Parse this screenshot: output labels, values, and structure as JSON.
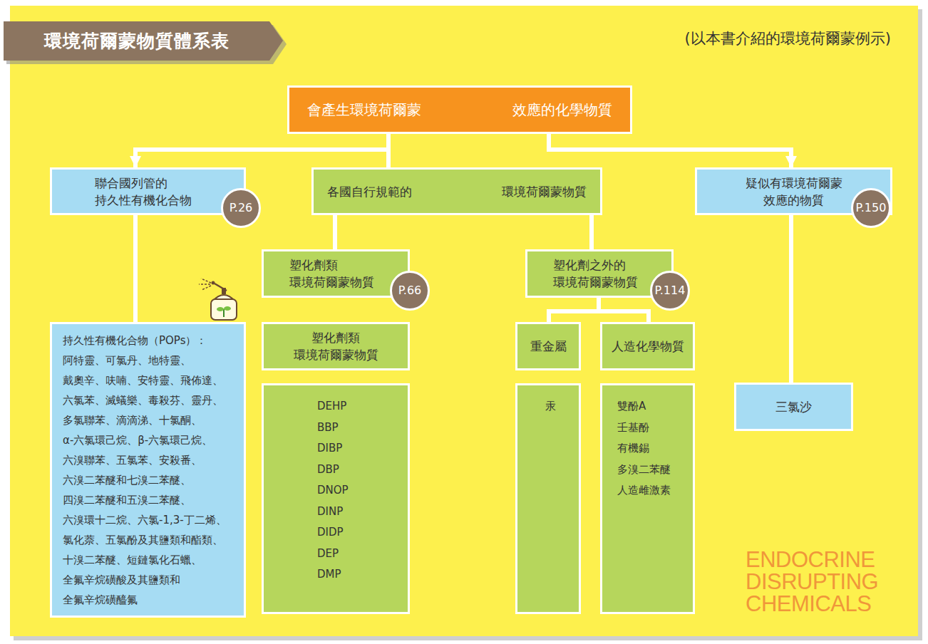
{
  "diagram": {
    "title": "環境荷爾蒙物質體系表",
    "caption": "(以本書介紹的環境荷爾蒙例示)",
    "nodes": [
      {
        "text": [
          "會產生環境荷爾蒙 效應的化學物質"
        ]
      },
      {
        "text": [
          "聯合國列管的 持久性有機化合物"
        ]
      },
      {
        "text": [
          "P.26"
        ],
        "in": 1
      },
      {
        "text": [
          "各國自行規範的 環境荷爾蒙物質"
        ]
      },
      {
        "text": [
          "疑似有環境荷爾蒙 效應的物質"
        ]
      },
      {
        "text": [
          "P.150"
        ],
        "in": 4
      },
      {
        "text": [
          "塑化劑類 環境荷爾蒙物質"
        ]
      },
      {
        "text": [
          "P.66"
        ],
        "in": 6
      },
      {
        "text": [
          "塑化劑之外的 環境荷爾蒙物質"
        ]
      },
      {
        "text": [
          "P.114"
        ],
        "in": 8
      },
      {
        "text": [
          "持久性有機化合物（POPs）：",
          "阿特靈、可氯丹、地特靈、 戴奧辛、呋喃、安特靈、飛佈達、 六氯苯、滅蟻樂、毒殺芬、靈丹、 多氯聯苯、滴滴涕、十氯酮、 α-六氯環己烷、β-六氯環己烷、 六溴聯苯、五氯苯、安殺番、 六溴二苯醚和七溴二苯醚、 四溴二苯醚和五溴二苯醚、 六溴環十二烷、六氯-1,3-丁二烯、 氯化萘、五氯酚及其鹽類和酯類、 十溴二苯醚、短鏈氯化石蠟、 全氟辛烷磺酸及其鹽類和 全氟辛烷磺醯氟"
        ]
      },
      {
        "text": [
          "塑化劑類 環境荷爾蒙物質"
        ]
      },
      {
        "text": [
          "DEHP",
          "BBP",
          "DIBP",
          "DBP",
          "DNOP",
          "DINP",
          "DIDP",
          "DEP",
          "DMP"
        ]
      },
      {
        "text": [
          "重金屬"
        ]
      },
      {
        "text": [
          "人造化學物質"
        ]
      },
      {
        "text": [
          "汞"
        ]
      },
      {
        "text": [
          "雙酚A",
          "壬基酚",
          "有機錫",
          "多溴二苯醚",
          "人造雌激素"
        ]
      },
      {
        "text": [
          "三氯沙"
        ]
      }
    ],
    "edges": [
      {
        "from": 0,
        "to": 1,
        "arrow": "to"
      },
      {
        "from": 0,
        "to": 3,
        "arrow": "none"
      },
      {
        "from": 0,
        "to": 4,
        "arrow": "to"
      },
      {
        "from": 1,
        "to": 10,
        "arrow": "none"
      },
      {
        "from": 3,
        "to": 6,
        "arrow": "none"
      },
      {
        "from": 3,
        "to": 8,
        "arrow": "none"
      },
      {
        "from": 8,
        "to": 13,
        "arrow": "none"
      },
      {
        "from": 8,
        "to": 14,
        "arrow": "none"
      },
      {
        "from": 4,
        "to": 17,
        "arrow": "none"
      }
    ],
    "labels": [
      "ENDOCRINE DISRUPTING CHEMICALS"
    ]
  }
}
